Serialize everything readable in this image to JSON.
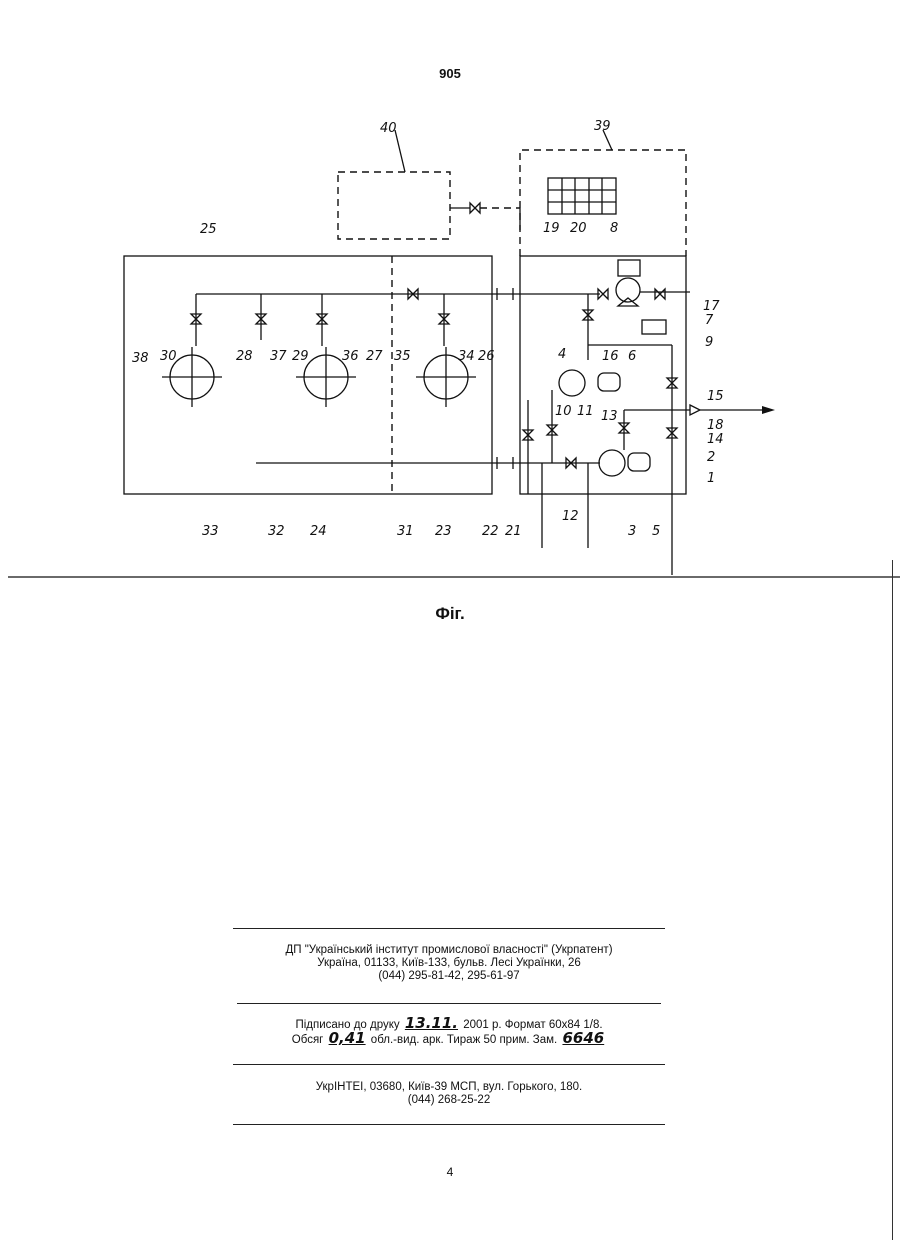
{
  "page_number": "905",
  "figure": {
    "caption": "Фіг.",
    "labels": [
      "40",
      "39",
      "25",
      "19",
      "20",
      "8",
      "17",
      "7",
      "9",
      "38",
      "30",
      "28",
      "37",
      "29",
      "36",
      "27",
      "35",
      "34",
      "26",
      "4",
      "16",
      "6",
      "15",
      "18",
      "10",
      "11",
      "13",
      "14",
      "2",
      "1",
      "33",
      "32",
      "24",
      "31",
      "23",
      "22",
      "21",
      "12",
      "3",
      "5"
    ]
  },
  "imprint": {
    "publisher_line1": "ДП \"Український інститут промислової власності\" (Укрпатент)",
    "publisher_line2": "Україна, 01133, Київ-133, бульв. Лесі Українки, 26",
    "publisher_line3": "(044) 295-81-42, 295-61-97",
    "signed_prefix": "Підписано до друку",
    "signed_date": "13.11.",
    "signed_suffix": "2001 р.   Формат 60х84 1/8.",
    "volume_prefix": "Обсяг",
    "volume_value": "0,41",
    "volume_mid": "обл.-вид. арк.   Тираж 50 прим.   Зам.",
    "order_number": "6646",
    "printer_line1": "УкрІНТЕІ, 03680, Київ-39 МСП, вул. Горького, 180.",
    "printer_line2": "(044) 268-25-22"
  },
  "bottom_page_number": "4"
}
